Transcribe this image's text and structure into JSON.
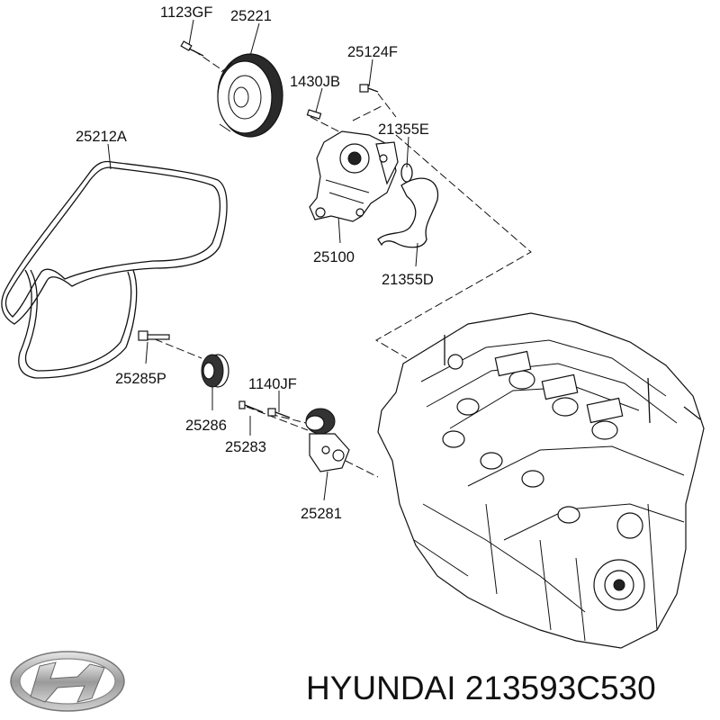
{
  "diagram": {
    "callouts": [
      {
        "id": "bolt-1123gf",
        "text": "1123GF"
      },
      {
        "id": "pulley-25221",
        "text": "25221"
      },
      {
        "id": "bolt-25124f",
        "text": "25124F"
      },
      {
        "id": "pin-1430jb",
        "text": "1430JB"
      },
      {
        "id": "belt-25212a",
        "text": "25212A"
      },
      {
        "id": "gasket-21355e",
        "text": "21355E"
      },
      {
        "id": "pump-25100",
        "text": "25100"
      },
      {
        "id": "gasket-21355d",
        "text": "21355D"
      },
      {
        "id": "bolt-25285p",
        "text": "25285P"
      },
      {
        "id": "bolt-1140jf",
        "text": "1140JF"
      },
      {
        "id": "idler-25286",
        "text": "25286"
      },
      {
        "id": "bolt-25283",
        "text": "25283"
      },
      {
        "id": "tensioner-25281",
        "text": "25281"
      }
    ]
  },
  "footer": {
    "brand_icon": "hyundai-logo",
    "caption": "HYUNDAI 213593C530"
  }
}
